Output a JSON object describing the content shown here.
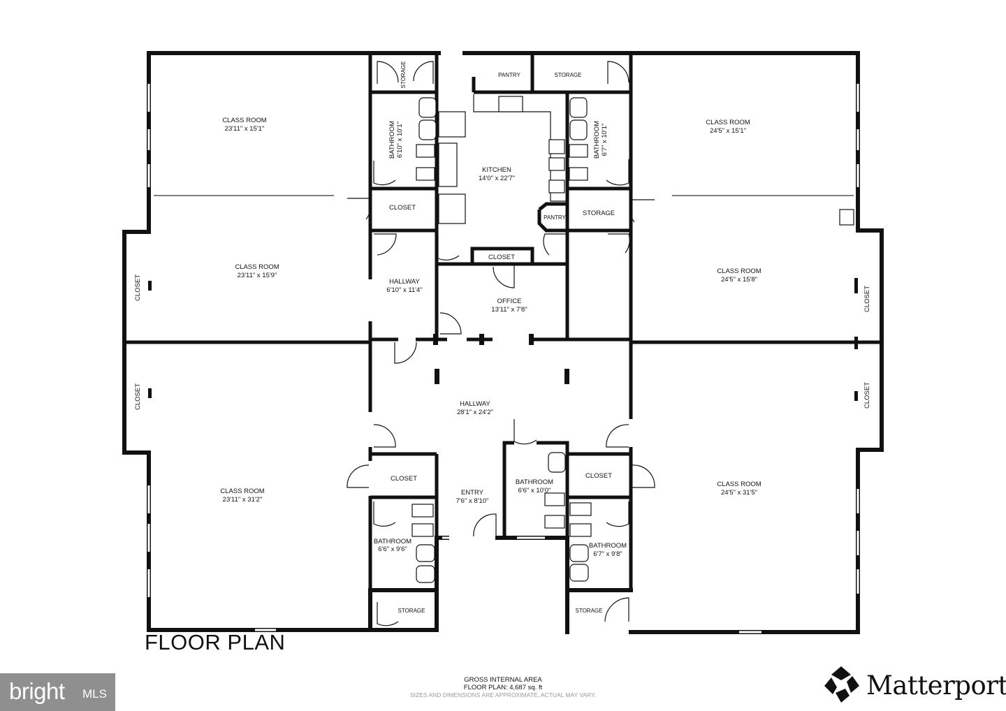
{
  "plan_title": "FLOOR PLAN",
  "rooms": {
    "classroom_nw": {
      "name": "CLASS ROOM",
      "dims": "23'11\" x 15'1\""
    },
    "classroom_w": {
      "name": "CLASS ROOM",
      "dims": "23'11\" x 15'9\""
    },
    "classroom_sw": {
      "name": "CLASS ROOM",
      "dims": "23'11\" x 31'2\""
    },
    "classroom_ne": {
      "name": "CLASS ROOM",
      "dims": "24'5\" x 15'1\""
    },
    "classroom_e": {
      "name": "CLASS ROOM",
      "dims": "24'5\" x 15'8\""
    },
    "classroom_se": {
      "name": "CLASS ROOM",
      "dims": "24'5\" x 31'5\""
    },
    "bathroom_nw": {
      "name": "BATHROOM",
      "dims": "6'10\" x 10'1\""
    },
    "bathroom_ne": {
      "name": "BATHROOM",
      "dims": "6'7\" x 10'1\""
    },
    "bathroom_center": {
      "name": "BATHROOM",
      "dims": "6'6\" x 10'0\""
    },
    "bathroom_sw": {
      "name": "BATHROOM",
      "dims": "6'6\" x 9'6\""
    },
    "bathroom_se": {
      "name": "BATHROOM",
      "dims": "6'7\" x 9'8\""
    },
    "kitchen": {
      "name": "KITCHEN",
      "dims": "14'0\" x 22'7\""
    },
    "hallway_n": {
      "name": "HALLWAY",
      "dims": "6'10\" x 11'4\""
    },
    "office": {
      "name": "OFFICE",
      "dims": "13'11\" x 7'8\""
    },
    "hallway_main": {
      "name": "HALLWAY",
      "dims": "28'1\" x 24'2\""
    },
    "entry": {
      "name": "ENTRY",
      "dims": "7'6\" x 8'10\""
    }
  },
  "small_labels": {
    "storage": "STORAGE",
    "pantry": "PANTRY",
    "closet": "CLOSET"
  },
  "footer": {
    "gia_title": "GROSS INTERNAL AREA",
    "gia_value": "FLOOR PLAN: 4,687 sq. ft",
    "gia_note": "SIZES AND DIMENSIONS ARE APPROXIMATE, ACTUAL MAY VARY."
  },
  "logos": {
    "bright_word": "bright",
    "bright_mls": "MLS",
    "matterport": "Matterport",
    "matterport_mark": "®"
  },
  "colors": {
    "wall": "#111111",
    "background": "#ffffff",
    "bright_bg": "#8f8f8f"
  }
}
